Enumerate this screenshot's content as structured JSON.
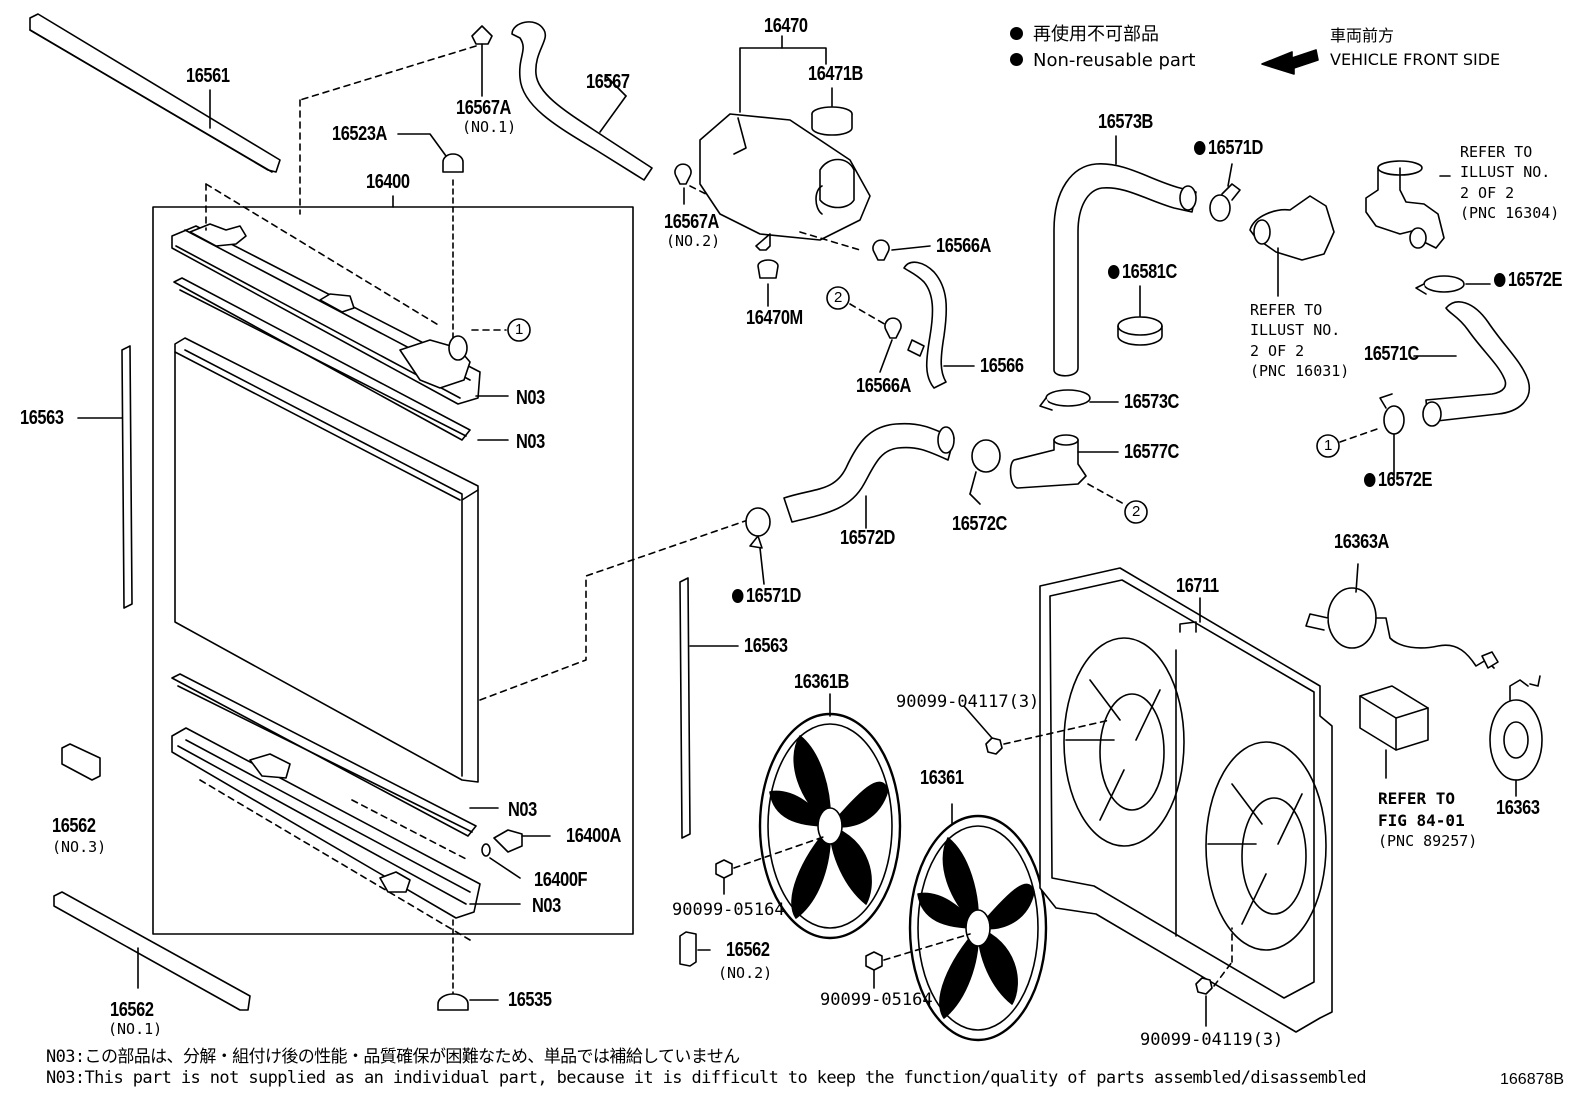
{
  "legend": {
    "nonreusable_ja": "再使用不可部品",
    "nonreusable_en": "Non-reusable part",
    "front_ja": "車両前方",
    "front_en": "VEHICLE FRONT SIDE"
  },
  "labels": {
    "p16561": "16561",
    "p16567A_1": "16567A",
    "p16567A_1_sub": "(NO.1)",
    "p16523A": "16523A",
    "p16400": "16400",
    "p16567": "16567",
    "p16470": "16470",
    "p16471B": "16471B",
    "p16567A_2": "16567A",
    "p16567A_2_sub": "(NO.2)",
    "p16470M": "16470M",
    "p16566A_top": "16566A",
    "p16566A_bot": "16566A",
    "p16566": "16566",
    "p16573B": "16573B",
    "p16571D_top": "16571D",
    "p16581C": "16581C",
    "p16573C": "16573C",
    "p16577C": "16577C",
    "p16572D": "16572D",
    "p16572C": "16572C",
    "p16571D_mid": "16571D",
    "p16572E_top": "16572E",
    "p16571C": "16571C",
    "p16572E_bot": "16572E",
    "p16363A": "16363A",
    "p16711": "16711",
    "p16563_left": "16563",
    "p16563_mid": "16563",
    "p16361B": "16361B",
    "p16361": "16361",
    "p16363": "16363",
    "p90099_04117": "90099-04117(3)",
    "p90099_05164_a": "90099-05164",
    "p90099_05164_b": "90099-05164",
    "p90099_04119": "90099-04119(3)",
    "p16562_no3": "16562",
    "p16562_no3_sub": "(NO.3)",
    "p16562_no2": "16562",
    "p16562_no2_sub": "(NO.2)",
    "p16562_no1": "16562",
    "p16562_no1_sub": "(NO.1)",
    "p16400A": "16400A",
    "p16400F": "16400F",
    "p16535": "16535",
    "n03_a": "N03",
    "n03_b": "N03",
    "n03_c": "N03",
    "n03_d": "N03",
    "circ1_a": "1",
    "circ1_b": "1",
    "circ2_a": "2",
    "circ2_b": "2"
  },
  "refs": {
    "illust_16304": [
      "REFER TO",
      "ILLUST NO.",
      "2 OF 2",
      "(PNC 16304)"
    ],
    "illust_16031": [
      "REFER TO",
      "ILLUST NO.",
      "2 OF 2",
      "(PNC 16031)"
    ],
    "fig_8401": [
      "REFER TO",
      "FIG 84-01",
      "(PNC 89257)"
    ]
  },
  "notes": {
    "ja": "N03:この部品は、分解・組付け後の性能・品質確保が困難なため、単品では補給していません",
    "en": "N03:This part is not supplied as an individual part, because it is difficult to keep the function/quality of parts assembled/disassembled"
  },
  "drawing_id": "166878B",
  "colors": {
    "ink": "#000000",
    "paper": "#ffffff"
  }
}
